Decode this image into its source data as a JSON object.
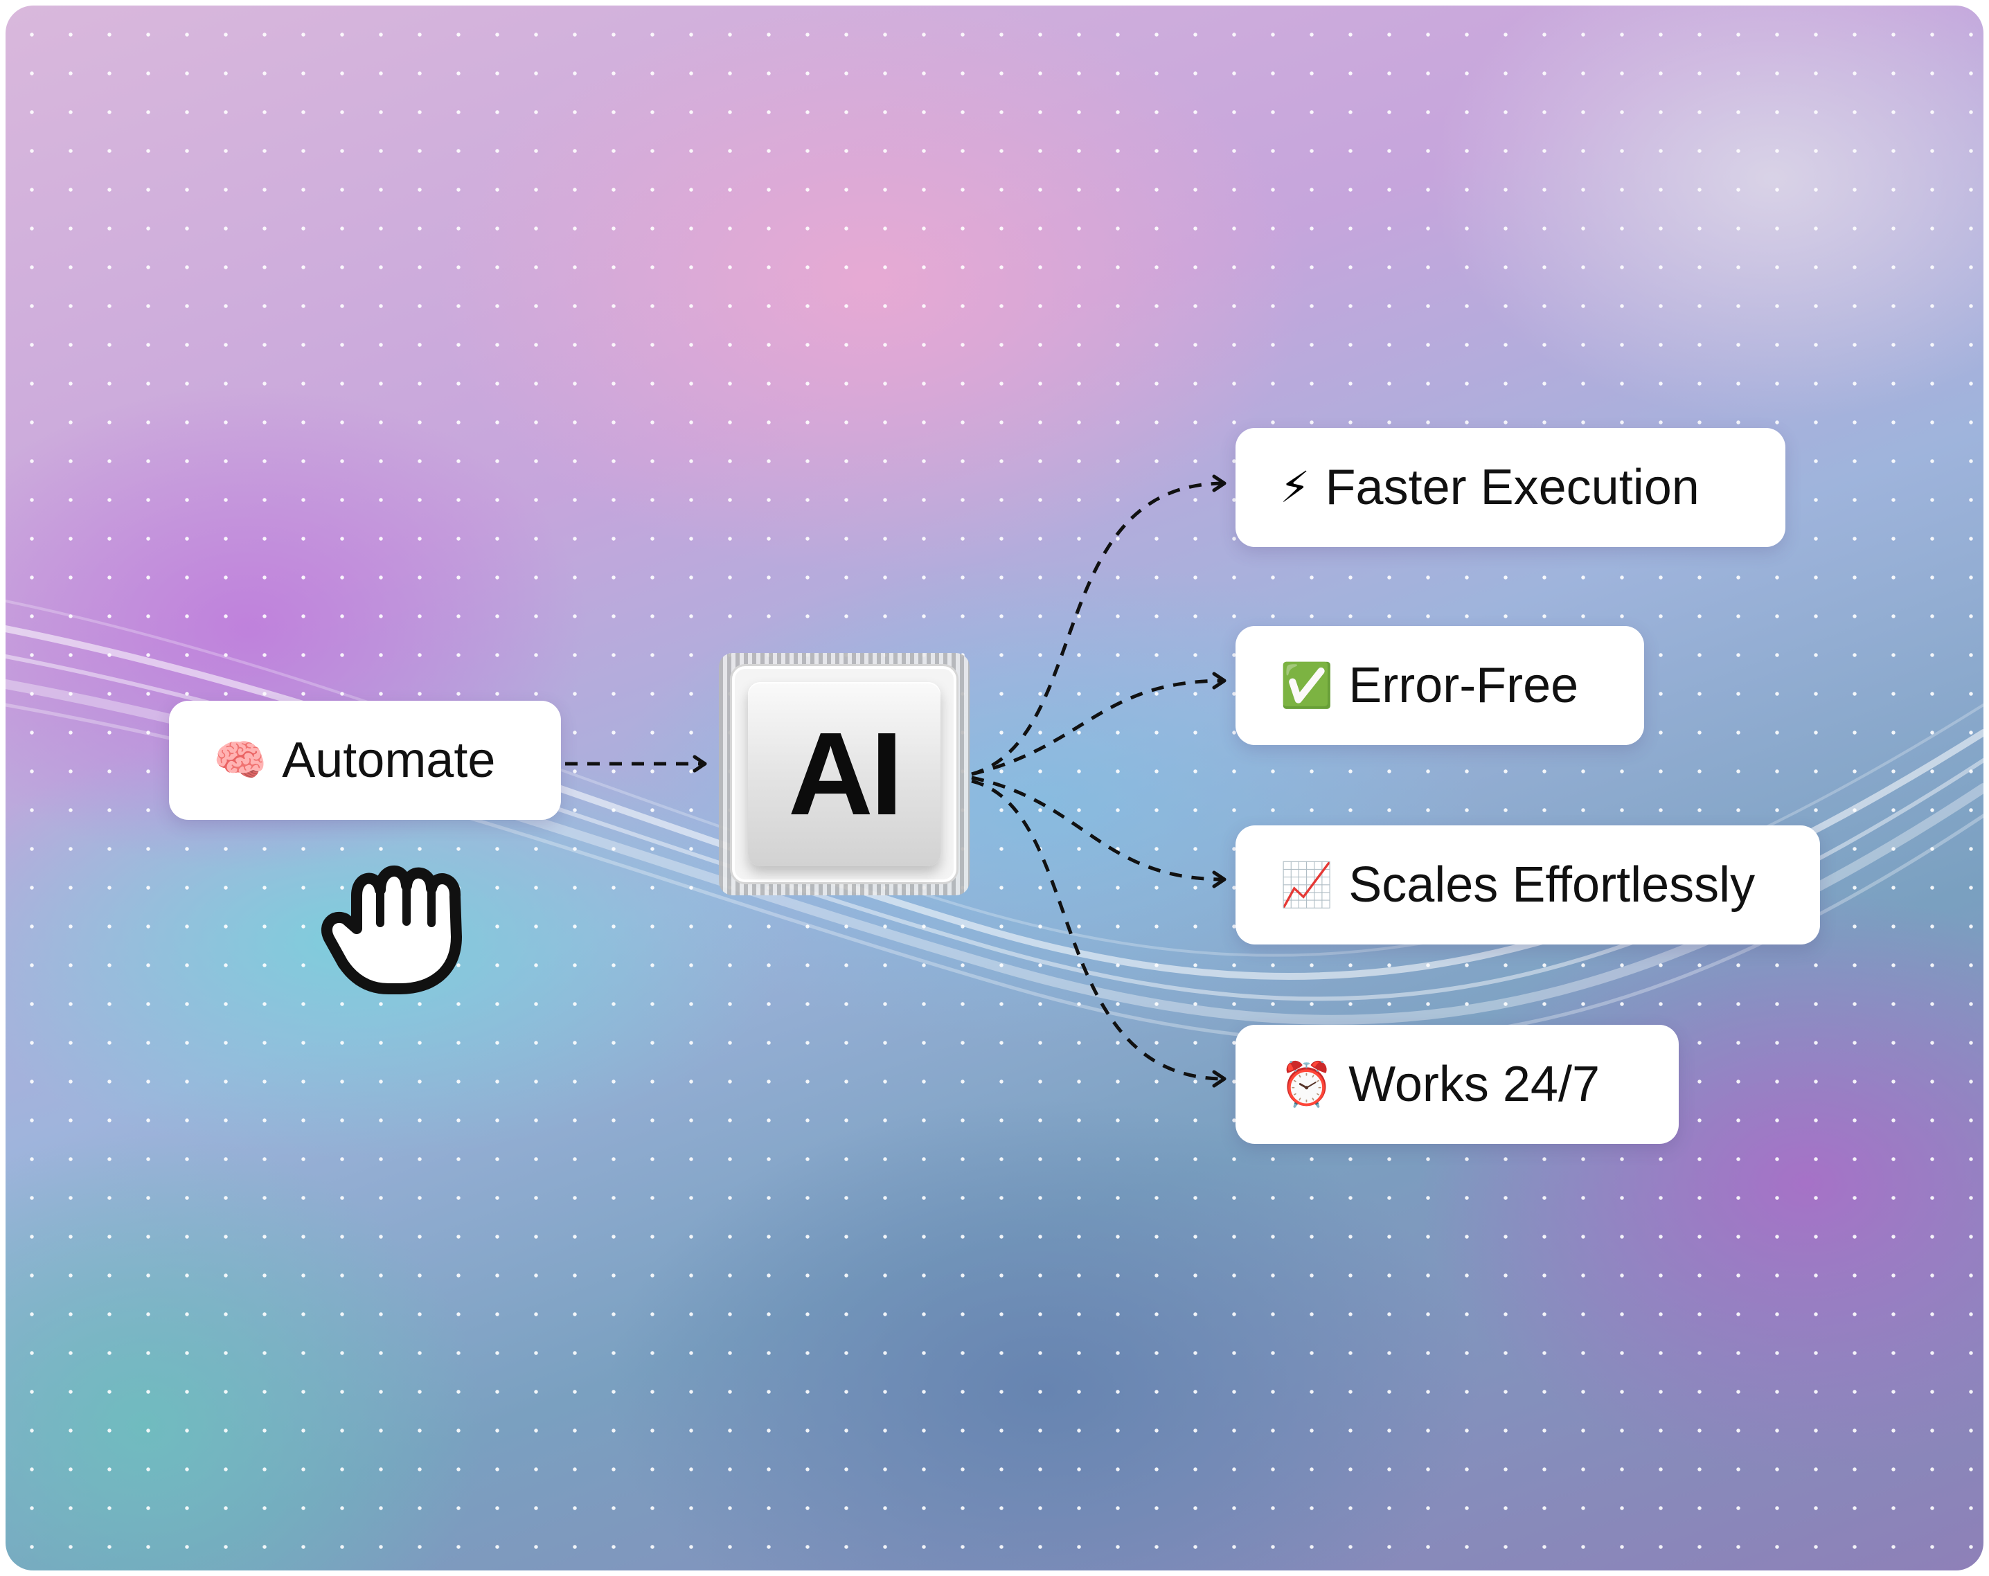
{
  "source": {
    "emoji": "🧠",
    "label": "Automate"
  },
  "hub": {
    "label": "AI"
  },
  "outputs": [
    {
      "emoji": "⚡",
      "label": "Faster Execution"
    },
    {
      "emoji": "✅",
      "label": "Error-Free"
    },
    {
      "emoji": "📈",
      "label": "Scales Effortlessly"
    },
    {
      "emoji": "⏰",
      "label": "Works 24/7"
    }
  ],
  "cursor_icon": "grab-hand-icon",
  "colors": {
    "link": "#111111",
    "card": "#ffffff"
  }
}
